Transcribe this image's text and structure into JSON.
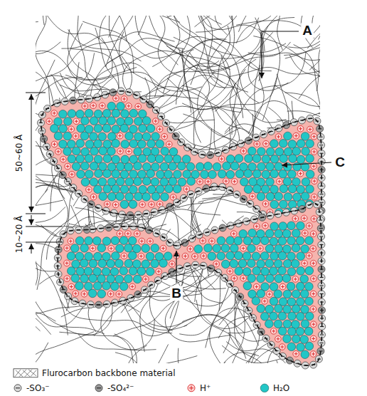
{
  "diagram": {
    "labels": [
      "A",
      "B",
      "C",
      "50~60 Å",
      "10~20 Å"
    ],
    "legend": [
      {
        "text": "Flurocarbon backbone material"
      },
      {
        "text": "-SO₃⁻"
      },
      {
        "text": "-SO₄²⁻"
      },
      {
        "text": "H⁺"
      },
      {
        "text": "H₂O",
        "color": "#22c6c6"
      }
    ]
  }
}
